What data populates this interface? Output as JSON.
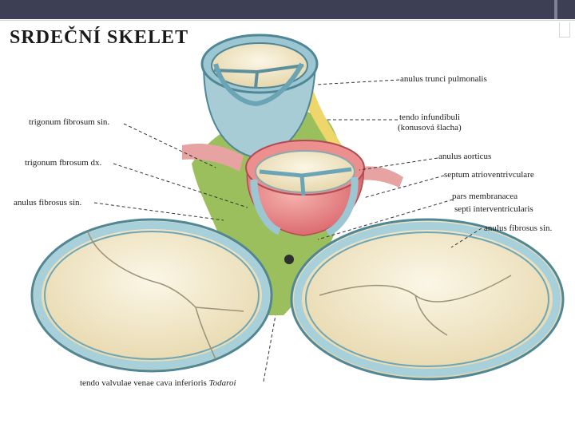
{
  "title": "SRDEČNÍ SKELET",
  "labels": {
    "anulus_trunci_pulmonalis": "anulus trunci pulmonalis",
    "tendo_infundibuli_line1": "tendo infundibuli",
    "tendo_infundibuli_line2": "(konusová šlacha)",
    "trigonum_fibrosum_sin": "trigonum fibrosum sin.",
    "anulus_aorticus": "anulus aorticus",
    "trigonum_fibrosum_dx": "trigonum fbrosum dx.",
    "septum_atrioventriculare": "septum atrioventrivculare",
    "pars_membranacea_line1": "pars membranacea",
    "pars_membranacea_line2": "septi interventricularis",
    "anulus_fibrosus_sin_left": "anulus fibrosus sin.",
    "anulus_fibrosus_sin_right": "anulus fibrosus sin.",
    "tendo_valvulae_prefix": "tendo valvulae venae cava inferioris ",
    "tendo_valvulae_name": "Todaroi"
  },
  "colors": {
    "topbar": "#3d3f55",
    "ring_blue": "#9cc6d2",
    "ring_shadow": "#4f8797",
    "fibrous_green": "#8fb84a",
    "aortic_red": "#e0797c",
    "leaflet_cream": "#efe6c6",
    "tendon_yellow": "#efd66a"
  }
}
